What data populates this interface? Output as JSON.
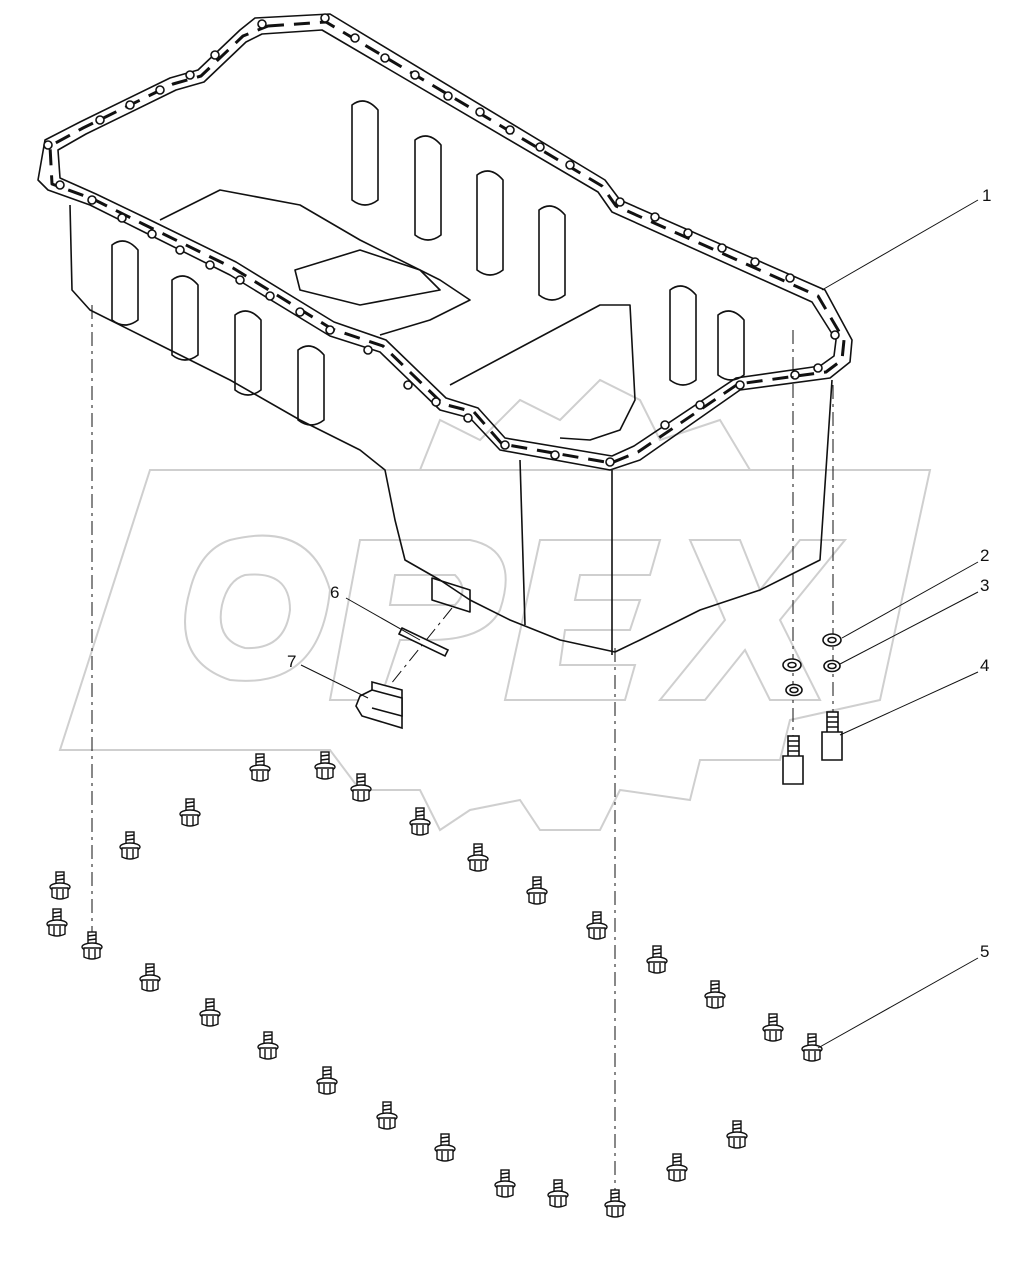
{
  "diagram": {
    "part_labels": [
      "1",
      "2",
      "3",
      "4",
      "5",
      "6",
      "7"
    ],
    "watermark_text": "OPEX",
    "colors": {
      "line": "#111111",
      "watermark": "#cfcfcf",
      "background": "#ffffff"
    }
  }
}
